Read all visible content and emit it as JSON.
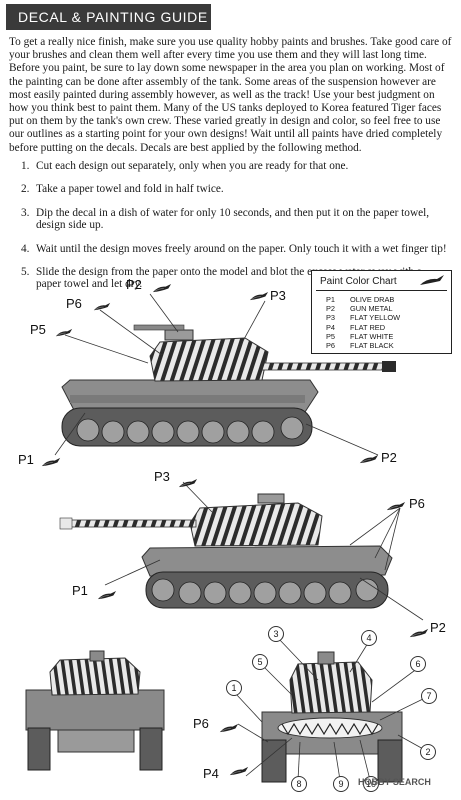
{
  "header": {
    "title": "DECAL & PAINTING GUIDE"
  },
  "intro": "To get a really nice finish, make sure you use quality hobby paints and brushes.  Take good care of your brushes and clean them well after every time you use them and they will last long time. Before you paint, be sure to lay down some newspaper in the area you plan on working.  Most of the painting can be done after assembly of the tank.  Some areas of the suspension however are most easily painted during assembly however, as well as the track!  Use your best judgment on how you think best to paint them.  Many of the US tanks deployed to Korea featured Tiger faces put on them by the tank's own crew.  These varied greatly in design and color, so feel free to use our outlines as a starting point for your own designs! Wait until all paints have dried completely before putting on the decals.  Decals are best applied by the following method.",
  "steps": [
    {
      "num": "1.",
      "text": "Cut each design out separately, only when you are ready for that one."
    },
    {
      "num": "2.",
      "text": "Take a paper towel and fold in half twice."
    },
    {
      "num": "3.",
      "text": "Dip the decal in a dish of water for only 10 seconds, and then put it on the paper towel, design side up."
    },
    {
      "num": "4.",
      "text": "Wait until the design moves freely around on the paper.  Only touch it with a wet finger tip!"
    },
    {
      "num": "5.",
      "text": "Slide the design from the paper onto the model and blot the excess water away with a paper towel and let dry."
    }
  ],
  "chart": {
    "title": "Paint Color Chart",
    "rows": [
      {
        "code": "P1",
        "name": "OLIVE DRAB"
      },
      {
        "code": "P2",
        "name": "GUN METAL"
      },
      {
        "code": "P3",
        "name": "FLAT YELLOW"
      },
      {
        "code": "P4",
        "name": "FLAT RED"
      },
      {
        "code": "P5",
        "name": "FLAT WHITE"
      },
      {
        "code": "P6",
        "name": "FLAT BLACK"
      }
    ]
  },
  "callouts": {
    "t1_p2_top": "P2",
    "t1_p3": "P3",
    "t1_p6": "P6",
    "t1_p5": "P5",
    "t1_p1": "P1",
    "t1_p2_bottom": "P2",
    "t2_p3": "P3",
    "t2_p6": "P6",
    "t2_p1": "P1",
    "t2_p2": "P2",
    "front_p6": "P6",
    "front_p4": "P4"
  },
  "numbers": [
    "1",
    "2",
    "3",
    "4",
    "5",
    "6",
    "7",
    "8",
    "9",
    "10"
  ],
  "watermark": "HOBBY SEARCH"
}
